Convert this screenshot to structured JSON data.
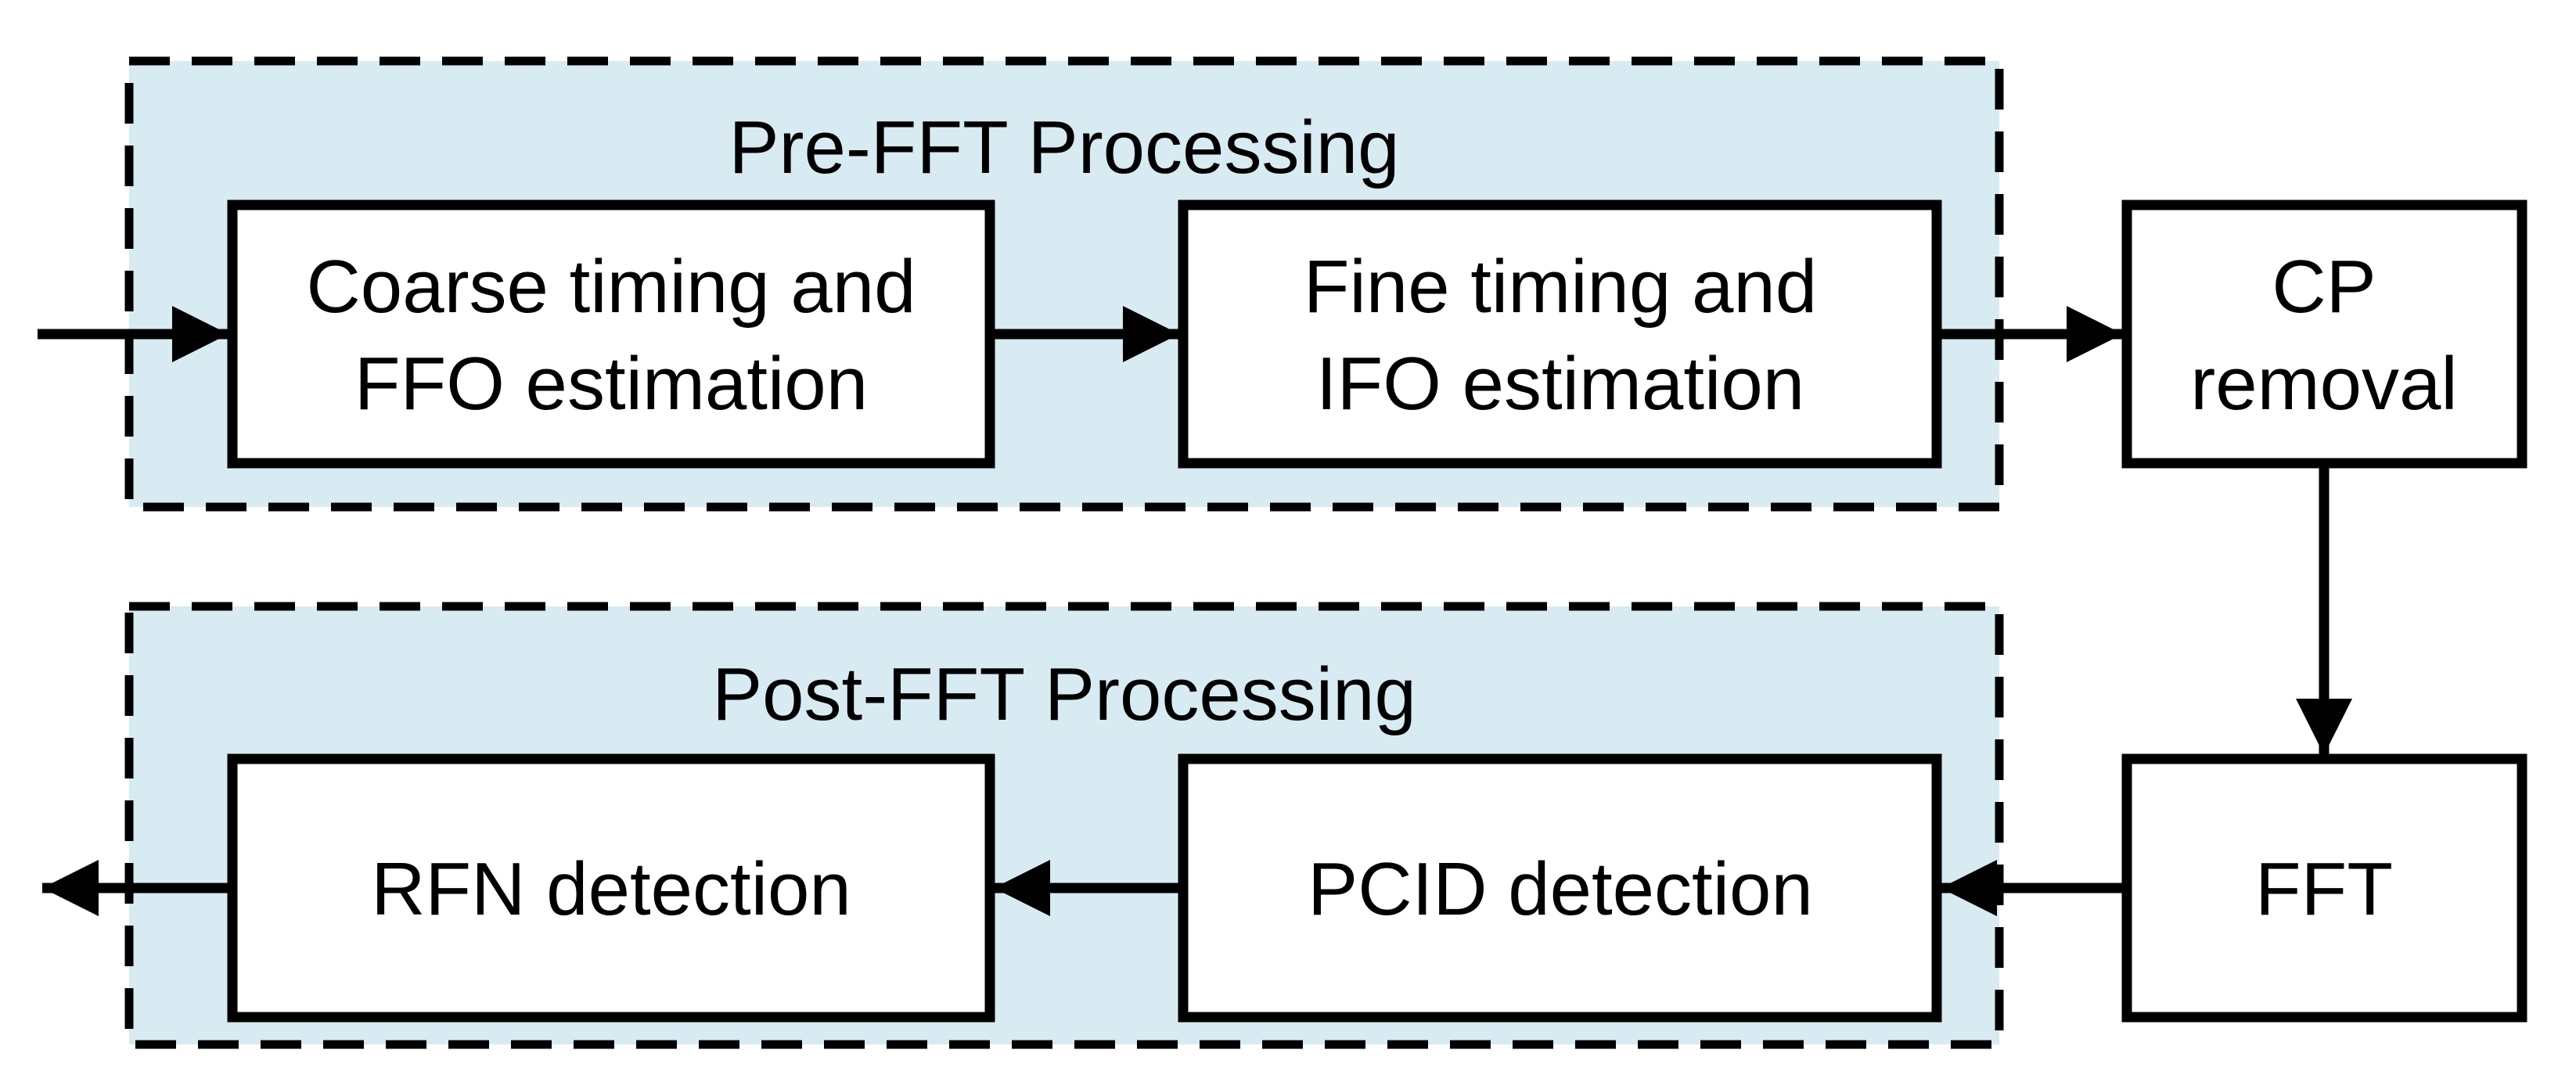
{
  "figure": {
    "kind": "block-diagram"
  },
  "colors": {
    "region_fill": "#d8eaf2",
    "box_fill": "#ffffff",
    "line": "#000000"
  },
  "regions": {
    "pre": {
      "title": "Pre-FFT Processing"
    },
    "post": {
      "title": "Post-FFT Processing"
    }
  },
  "boxes": {
    "coarse": {
      "line1": "Coarse timing and",
      "line2": "FFO estimation"
    },
    "fine": {
      "line1": "Fine timing and",
      "line2": "IFO estimation"
    },
    "cp": {
      "line1": "CP",
      "line2": "removal"
    },
    "fft": {
      "label": "FFT"
    },
    "pcid": {
      "label": "PCID detection"
    },
    "rfn": {
      "label": "RFN detection"
    }
  }
}
